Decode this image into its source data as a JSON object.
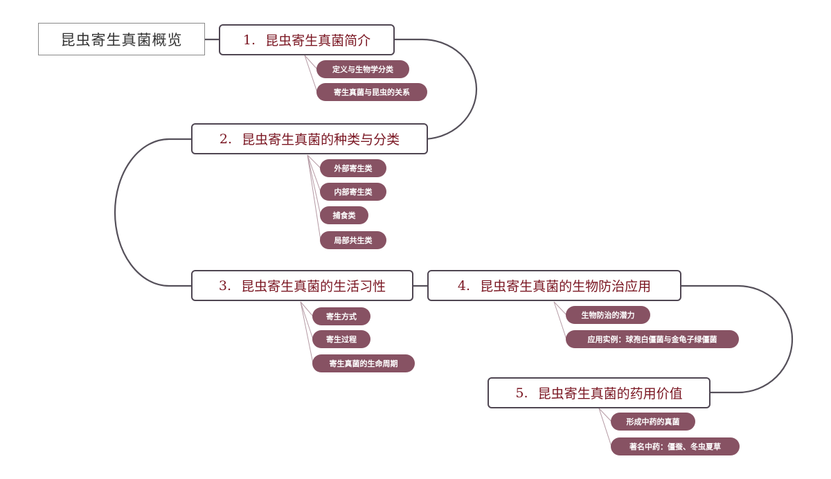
{
  "root": {
    "title": "昆虫寄生真菌概览"
  },
  "topics": [
    {
      "num": "1.",
      "title": "昆虫寄生真菌简介",
      "subs": [
        "定义与生物学分类",
        "寄生真菌与昆虫的关系"
      ]
    },
    {
      "num": "2.",
      "title": "昆虫寄生真菌的种类与分类",
      "subs": [
        "外部寄生类",
        "内部寄生类",
        "捕食类",
        "局部共生类"
      ]
    },
    {
      "num": "3.",
      "title": "昆虫寄生真菌的生活习性",
      "subs": [
        "寄生方式",
        "寄生过程",
        "寄生真菌的生命周期"
      ]
    },
    {
      "num": "4.",
      "title": "昆虫寄生真菌的生物防治应用",
      "subs": [
        "生物防治的潜力",
        "应用实例：球孢白僵菌与金龟子绿僵菌"
      ]
    },
    {
      "num": "5.",
      "title": "昆虫寄生真菌的药用价值",
      "subs": [
        "形成中药的真菌",
        "著名中药：僵蚕、冬虫夏草"
      ]
    }
  ],
  "colors": {
    "main_line": "#55505a",
    "branch_line": "#b59aa4",
    "topic_text": "#7a1622",
    "sub_fill": "#875263"
  }
}
